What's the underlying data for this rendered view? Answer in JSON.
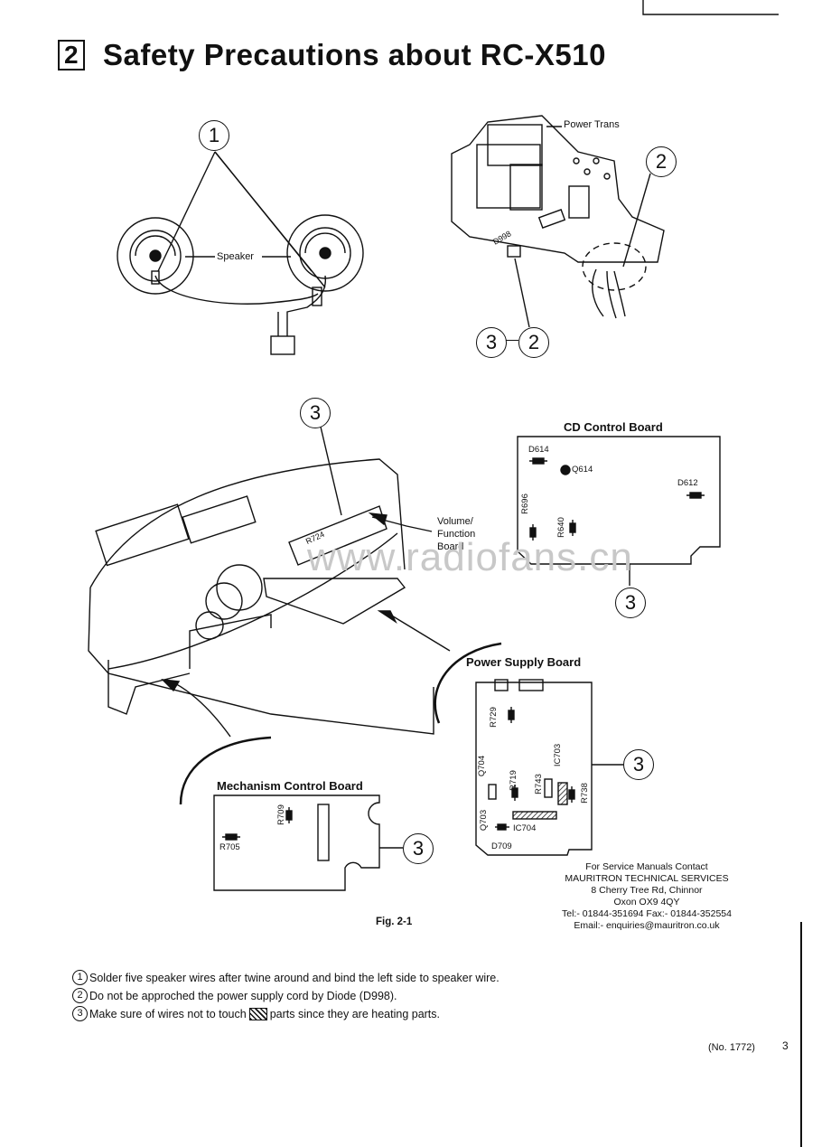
{
  "header": {
    "section_number": "2",
    "title": "Safety Precautions about RC-X510"
  },
  "callouts": {
    "one": "1",
    "two": "2",
    "three": "3"
  },
  "labels": {
    "speaker": "Speaker",
    "power_trans": "Power Trans",
    "d998": "D998",
    "cd_control_board": "CD Control Board",
    "d614": "D614",
    "q614": "Q614",
    "d612": "D612",
    "r696": "R696",
    "r640": "R640",
    "volume_function_board": [
      "Volume/",
      "Function",
      "Board"
    ],
    "r724": "R724",
    "power_supply_board": "Power Supply Board",
    "r729": "R729",
    "q704": "Q704",
    "r719": "R719",
    "r743": "R743",
    "ic703": "IC703",
    "r738": "R738",
    "q703": "Q703",
    "ic704": "IC704",
    "d709": "D709",
    "mechanism_control_board": "Mechanism Control Board",
    "r709": "R709",
    "r705": "R705",
    "watermark": "www.radiofans.cn"
  },
  "figure_caption": "Fig. 2-1",
  "contact": {
    "line1": "For Service Manuals Contact",
    "line2": "MAURITRON TECHNICAL SERVICES",
    "line3": "8 Cherry Tree Rd, Chinnor",
    "line4": "Oxon OX9 4QY",
    "line5": "Tel:- 01844-351694 Fax:- 01844-352554",
    "line6": "Email:- enquiries@mauritron.co.uk"
  },
  "notes": [
    {
      "num": "1",
      "text": "Solder five speaker wires after twine around and bind the left side to speaker wire."
    },
    {
      "num": "2",
      "text": "Do not be approched the power supply cord by Diode (D998)."
    },
    {
      "num": "3",
      "text_before": "Make sure of wires not to touch",
      "text_after": "parts since they are heating parts."
    }
  ],
  "footer": {
    "page_ref": "(No. 1772)",
    "page_num": "3"
  }
}
